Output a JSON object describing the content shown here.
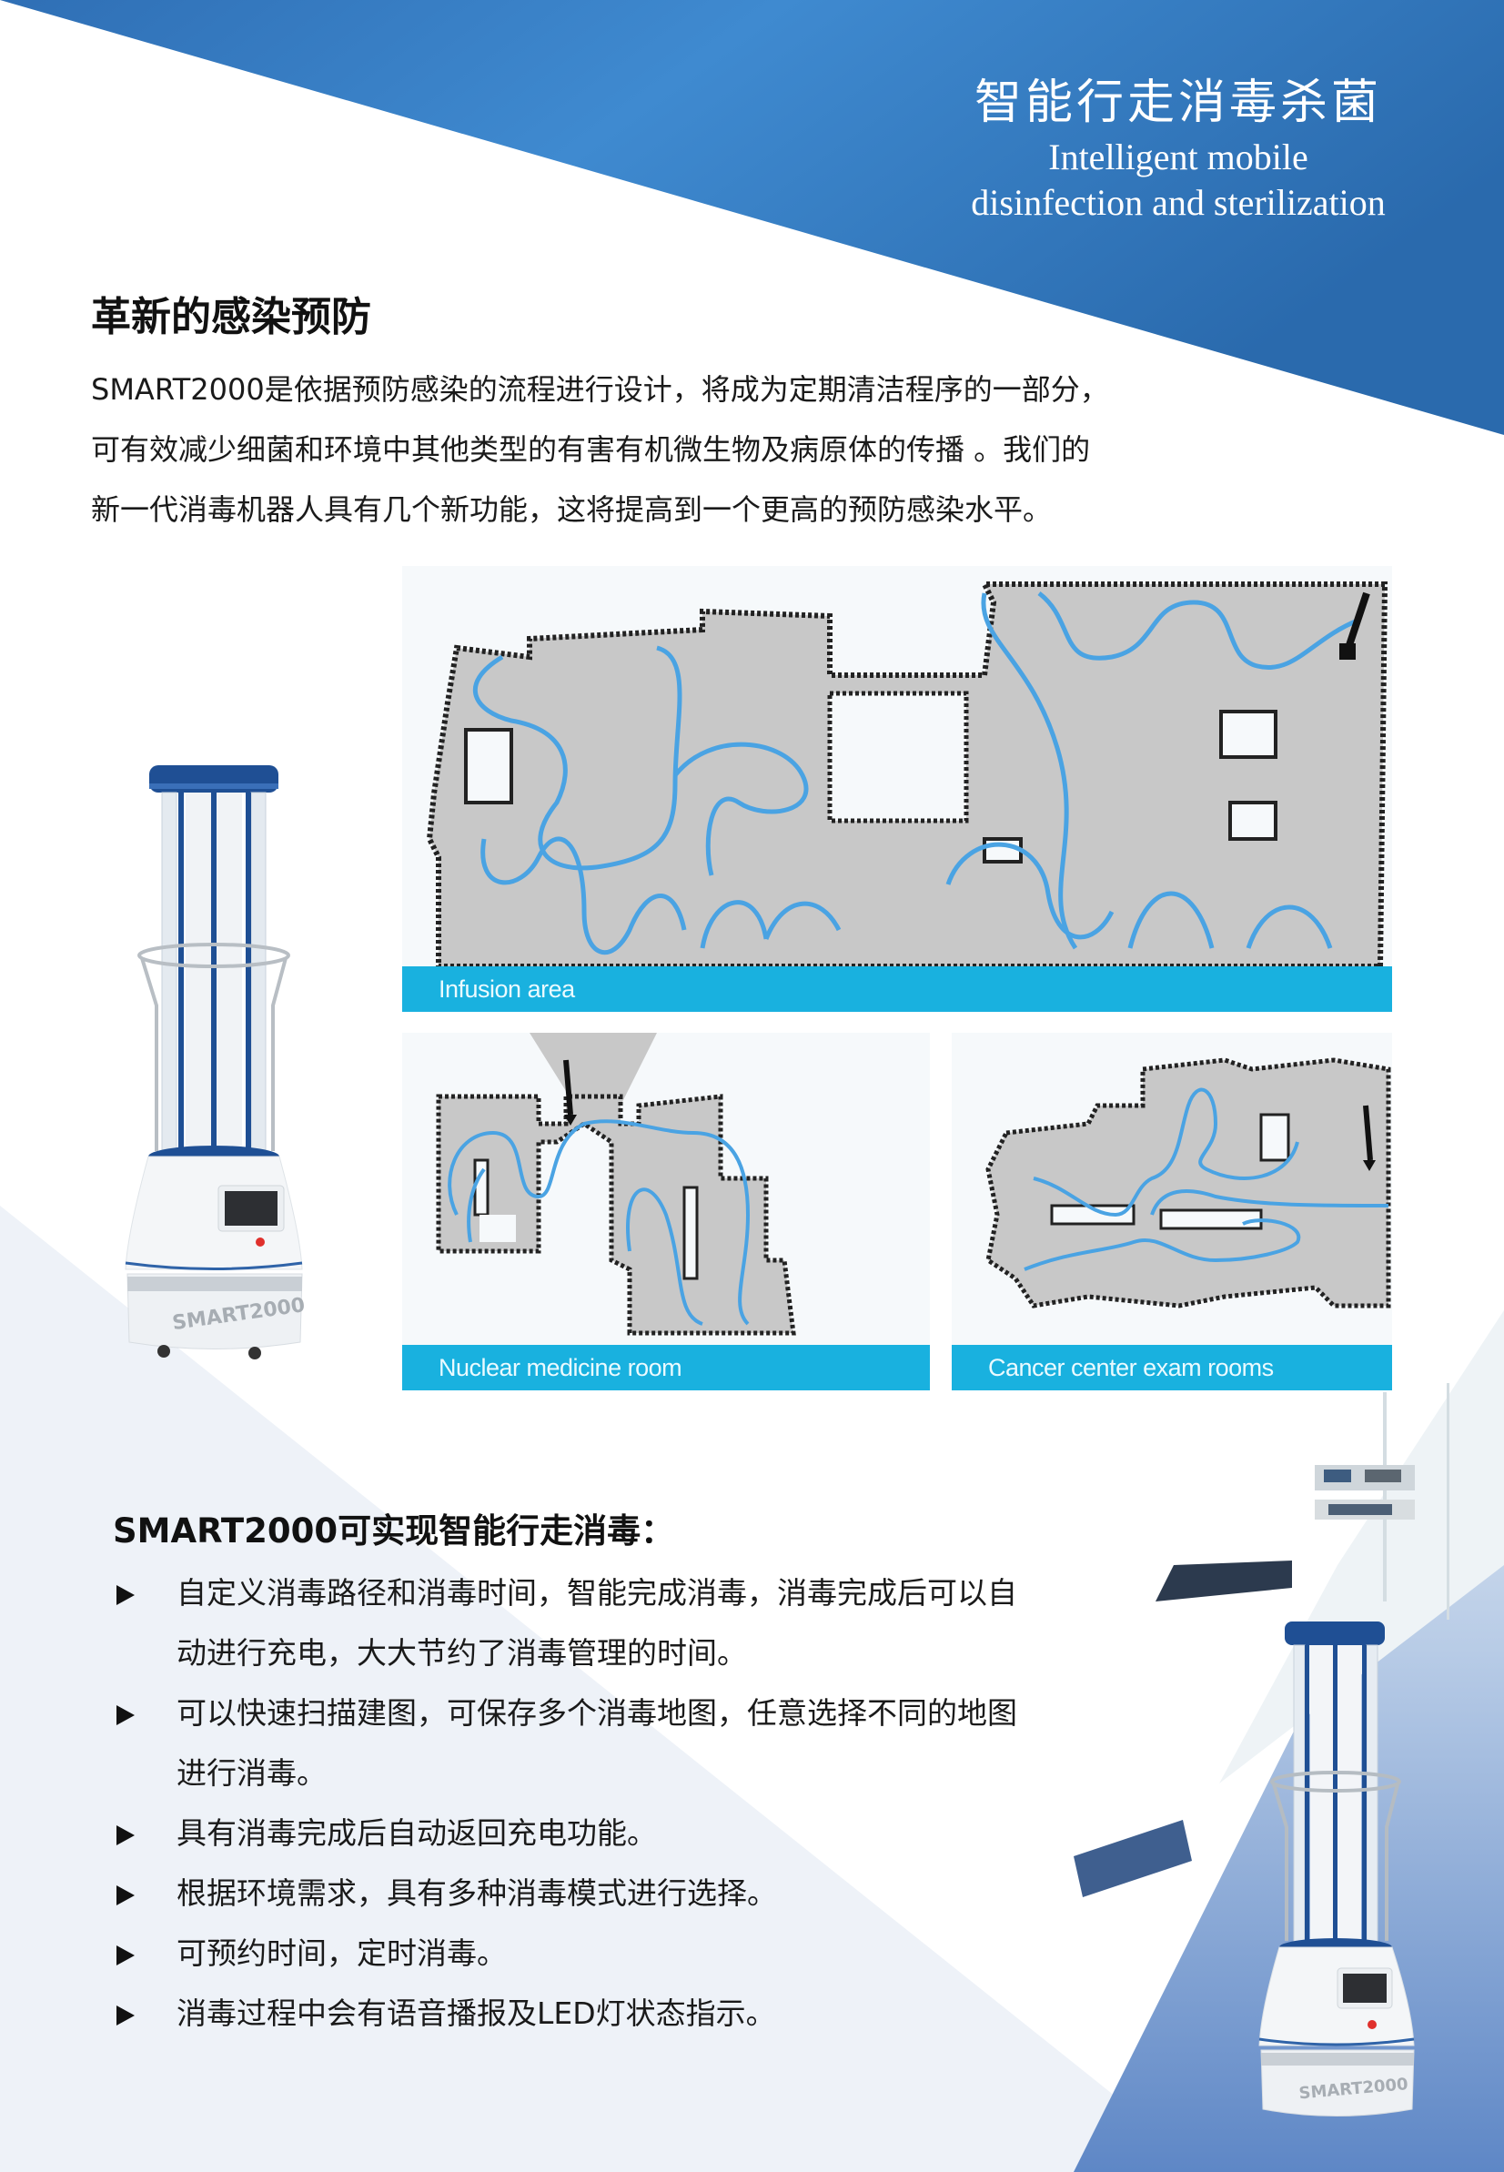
{
  "header": {
    "title_cn": "智能行走消毒杀菌",
    "title_en_line1": "Intelligent mobile",
    "title_en_line2": "disinfection and sterilization"
  },
  "intro": {
    "title": "革新的感染预防",
    "lines": [
      "SMART2000是依据预防感染的流程进行设计，将成为定期清洁程序的一部分，",
      "可有效减少细菌和环境中其他类型的有害有机微生物及病原体的传播 。我们的",
      "新一代消毒机器人具有几个新功能，这将提高到一个更高的预防感染水平。"
    ]
  },
  "maps": [
    {
      "caption": "Infusion area"
    },
    {
      "caption": "Nuclear medicine room"
    },
    {
      "caption": "Cancer center exam rooms"
    }
  ],
  "robot": {
    "brand_label": "SMART2000"
  },
  "features": {
    "title": "SMART2000可实现智能行走消毒：",
    "items": [
      {
        "line1": "自定义消毒路径和消毒时间，智能完成消毒，消毒完成后可以自",
        "line2": "动进行充电，大大节约了消毒管理的时间。"
      },
      {
        "line1": "可以快速扫描建图，可保存多个消毒地图，任意选择不同的地图",
        "line2": "进行消毒。"
      },
      {
        "line1": "具有消毒完成后自动返回充电功能。"
      },
      {
        "line1": "根据环境需求，具有多种消毒模式进行选择。"
      },
      {
        "line1": "可预约时间，定时消毒。"
      },
      {
        "line1": "消毒过程中会有语音播报及LED灯状态指示。"
      }
    ]
  },
  "colors": {
    "banner_blue": "#3a86cc",
    "caption_cyan": "#19b1df",
    "path_blue": "#4aa3e3",
    "map_gray": "#c9c9c9"
  }
}
